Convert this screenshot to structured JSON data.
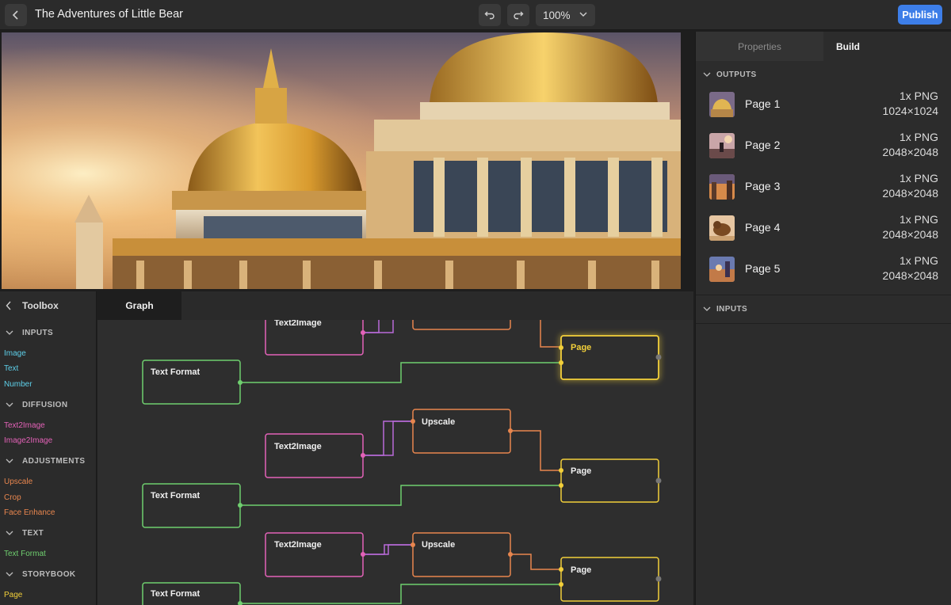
{
  "app": {
    "title": "The Adventures of Little Bear",
    "zoom": "100%",
    "publish_label": "Publish"
  },
  "toolbox": {
    "title": "Toolbox",
    "sections": [
      {
        "label": "INPUTS",
        "items": [
          {
            "label": "Image",
            "color": "#5ed0ea"
          },
          {
            "label": "Text",
            "color": "#5ed0ea"
          },
          {
            "label": "Number",
            "color": "#5ed0ea"
          }
        ]
      },
      {
        "label": "DIFFUSION",
        "items": [
          {
            "label": "Text2Image",
            "color": "#e462b8"
          },
          {
            "label": "Image2Image",
            "color": "#e462b8"
          }
        ]
      },
      {
        "label": "ADJUSTMENTS",
        "items": [
          {
            "label": "Upscale",
            "color": "#e8864e"
          },
          {
            "label": "Crop",
            "color": "#e8864e"
          },
          {
            "label": "Face Enhance",
            "color": "#e8864e"
          }
        ]
      },
      {
        "label": "TEXT",
        "items": [
          {
            "label": "Text Format",
            "color": "#6fcf6f"
          }
        ]
      },
      {
        "label": "STORYBOOK",
        "items": [
          {
            "label": "Page",
            "color": "#f2cf3a"
          }
        ]
      }
    ]
  },
  "graph": {
    "tab_label": "Graph",
    "nodes": {
      "text2image": "Text2Image",
      "upscale": "Upscale",
      "page": "Page",
      "text_format": "Text Format"
    },
    "colors": {
      "text2image": "#e462b8",
      "upscale": "#e8864e",
      "page": "#f2cf3a",
      "text_format": "#6fcf6f"
    }
  },
  "right_panel": {
    "tabs": [
      "Properties",
      "Build"
    ],
    "active_tab": "Build",
    "outputs_label": "OUTPUTS",
    "inputs_label": "INPUTS",
    "outputs": [
      {
        "name": "Page 1",
        "format": "1x PNG",
        "size": "1024×1024"
      },
      {
        "name": "Page 2",
        "format": "1x PNG",
        "size": "2048×2048"
      },
      {
        "name": "Page 3",
        "format": "1x PNG",
        "size": "2048×2048"
      },
      {
        "name": "Page 4",
        "format": "1x PNG",
        "size": "2048×2048"
      },
      {
        "name": "Page 5",
        "format": "1x PNG",
        "size": "2048×2048"
      }
    ]
  }
}
